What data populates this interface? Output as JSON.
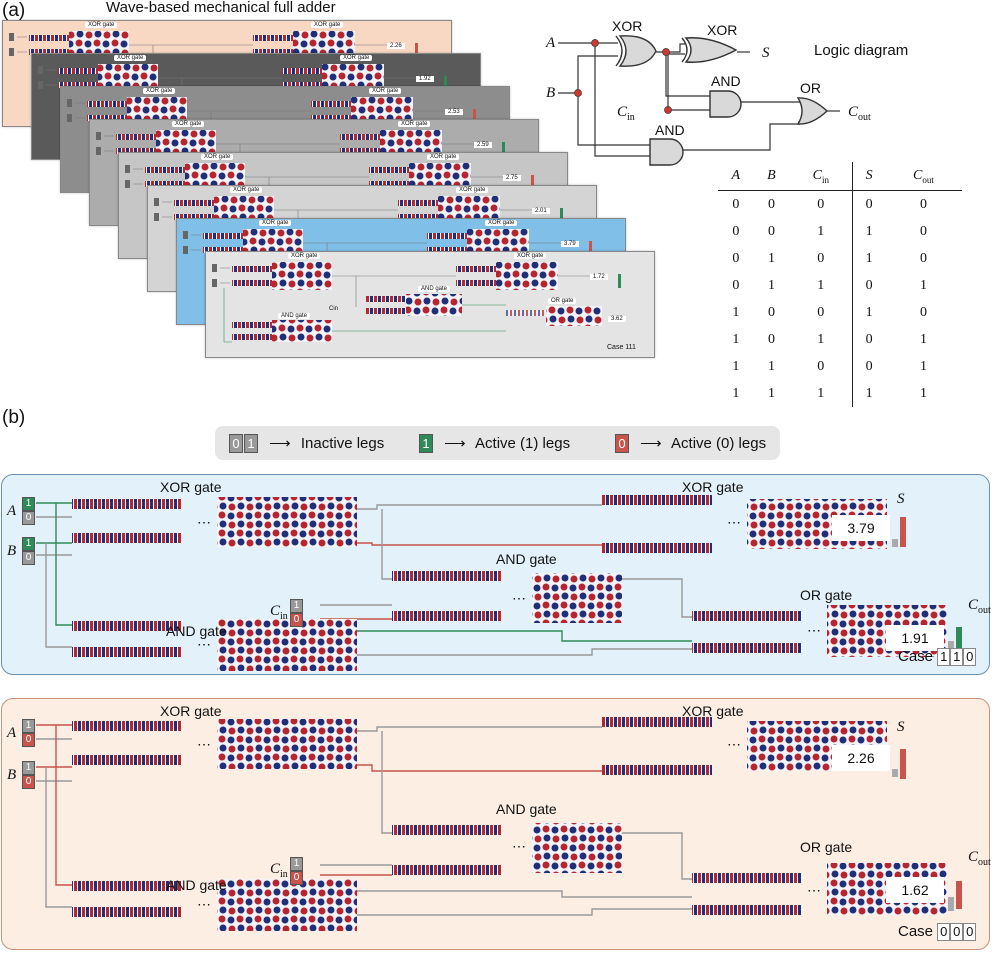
{
  "panel_a": {
    "label": "(a)",
    "title": "Wave-based mechanical full adder",
    "mini_gate_label": "XOR gate",
    "mini_and_label": "AND gate",
    "mini_or_label": "OR gate",
    "mini_values": [
      "2.26",
      "1.92",
      "2.53",
      "2.59",
      "2.75",
      "2.01",
      "3.79",
      "1.72",
      "3.62"
    ],
    "mini_case": "Case 111",
    "mini_cin": "Cin",
    "logic_diagram": {
      "title": "Logic diagram",
      "inputs": [
        "A",
        "B",
        "C",
        "in"
      ],
      "outputs": [
        "S",
        "C",
        "out"
      ],
      "gates": [
        "XOR",
        "XOR",
        "AND",
        "OR",
        "AND"
      ]
    },
    "truth_table": {
      "headers": [
        "A",
        "B",
        "C",
        "in",
        "S",
        "C",
        "out"
      ],
      "rows": [
        [
          "0",
          "0",
          "0",
          "0",
          "0"
        ],
        [
          "0",
          "0",
          "1",
          "1",
          "0"
        ],
        [
          "0",
          "1",
          "0",
          "1",
          "0"
        ],
        [
          "0",
          "1",
          "1",
          "0",
          "1"
        ],
        [
          "1",
          "0",
          "0",
          "1",
          "0"
        ],
        [
          "1",
          "0",
          "1",
          "0",
          "1"
        ],
        [
          "1",
          "1",
          "0",
          "0",
          "1"
        ],
        [
          "1",
          "1",
          "1",
          "1",
          "1"
        ]
      ]
    }
  },
  "panel_b": {
    "label": "(b)",
    "legend": {
      "inactive_digits": [
        "0",
        "1"
      ],
      "inactive_text": "Inactive legs",
      "active1_digit": "1",
      "active1_text": "Active (1) legs",
      "active0_digit": "0",
      "active0_text": "Active (0) legs",
      "arrow": "⟶"
    },
    "case_110": {
      "gates": {
        "xor1": "XOR gate",
        "xor2": "XOR gate",
        "and1": "AND gate",
        "and2": "AND gate",
        "or": "OR gate"
      },
      "inputs": {
        "a": "A",
        "b": "B",
        "cin_main": "C",
        "cin_sub": "in"
      },
      "tags": {
        "a_top": "1",
        "a_bot": "0",
        "b_top": "1",
        "b_bot": "0",
        "c_top": "1",
        "c_bot": "0"
      },
      "outputs": {
        "s": "S",
        "cout_main": "C",
        "cout_sub": "out"
      },
      "s_value": "3.79",
      "cout_value": "1.91",
      "case_prefix": "Case",
      "case_digits": [
        "1",
        "1",
        "0"
      ]
    },
    "case_000": {
      "gates": {
        "xor1": "XOR gate",
        "xor2": "XOR gate",
        "and1": "AND gate",
        "and2": "AND gate",
        "or": "OR gate"
      },
      "inputs": {
        "a": "A",
        "b": "B",
        "cin_main": "C",
        "cin_sub": "in"
      },
      "tags": {
        "a_top": "1",
        "a_bot": "0",
        "b_top": "1",
        "b_bot": "0",
        "c_top": "1",
        "c_bot": "0"
      },
      "outputs": {
        "s": "S",
        "cout_main": "C",
        "cout_sub": "out"
      },
      "s_value": "2.26",
      "cout_value": "1.62",
      "case_prefix": "Case",
      "case_digits": [
        "0",
        "0",
        "0"
      ]
    }
  },
  "colors": {
    "active1": "#2e8b57",
    "active0": "#c8544b",
    "inactive": "#999999",
    "wave_red": "#b7262e",
    "wave_blue": "#1f2f7a",
    "panel_110_bg": "#e3f1fb",
    "panel_000_bg": "#fdeee4"
  }
}
